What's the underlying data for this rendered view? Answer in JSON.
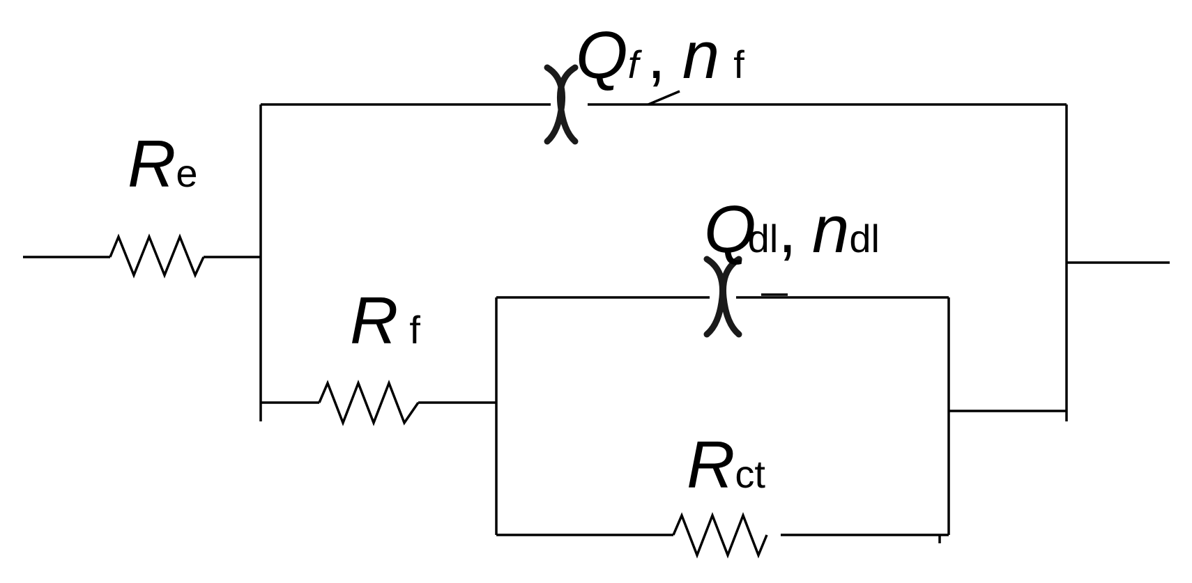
{
  "diagram": {
    "type": "equivalent-circuit",
    "labels": {
      "Re": {
        "main": "R",
        "sub": "e"
      },
      "Qf": {
        "main": "Q",
        "sub": "f",
        "sep": ",",
        "main2": "n",
        "sub2": "f"
      },
      "Rf": {
        "main": "R",
        "sub": "f"
      },
      "Qdl": {
        "main": "Q",
        "sub": "dl",
        "sep": ",",
        "main2": "n",
        "sub2": "dl"
      },
      "Rct": {
        "main": "R",
        "sub": "ct"
      }
    },
    "colors": {
      "wire": "#000000",
      "cpe": "#1a1a1a",
      "background": "#ffffff"
    }
  }
}
